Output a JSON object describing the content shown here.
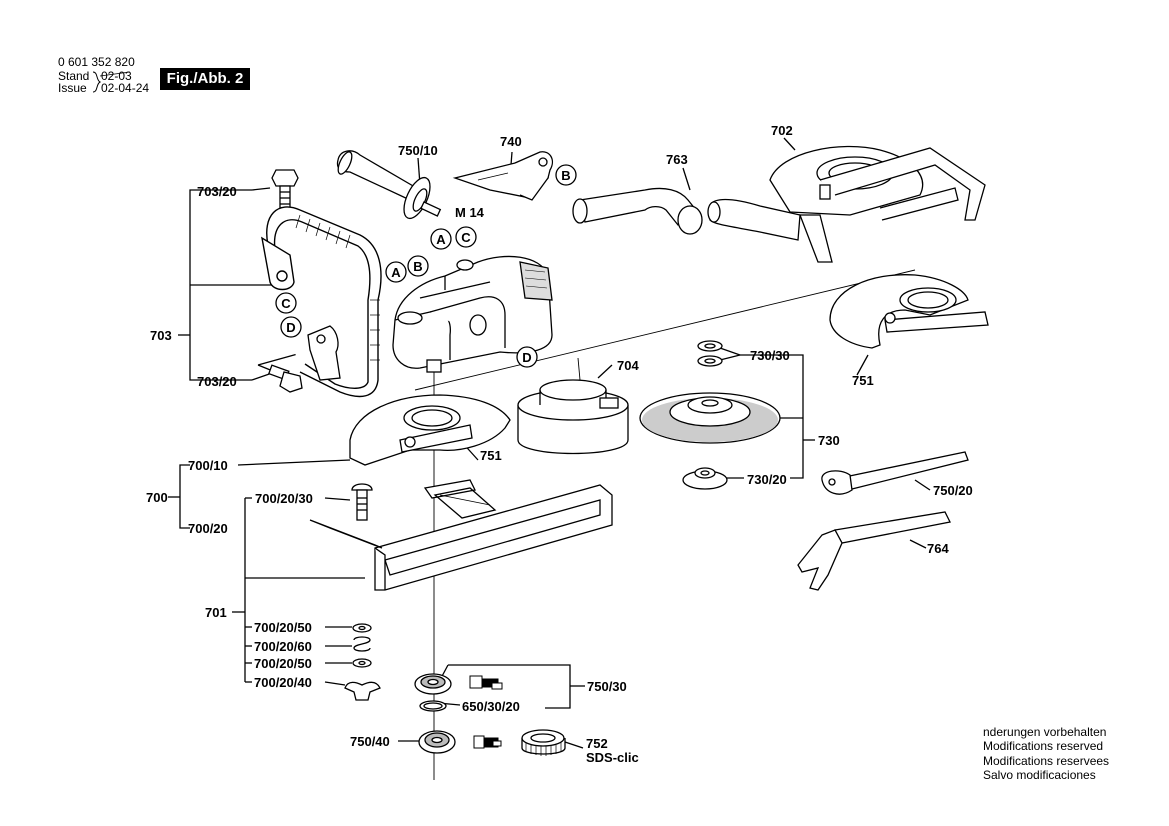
{
  "header": {
    "part_number": "0 601 352 820",
    "stand_label": "Stand",
    "stand_date": "02-03",
    "issue_label": "Issue",
    "issue_date": "02-04-24",
    "figure_label": "Fig./Abb. 2"
  },
  "callouts": {
    "c702": "702",
    "c703": "703",
    "c703_20a": "703/20",
    "c703_20b": "703/20",
    "c700": "700",
    "c700_10": "700/10",
    "c700_20": "700/20",
    "c700_20_30": "700/20/30",
    "c700_20_50a": "700/20/50",
    "c700_20_60": "700/20/60",
    "c700_20_50b": "700/20/50",
    "c700_20_40": "700/20/40",
    "c701": "701",
    "c704": "704",
    "c730": "730",
    "c730_30": "730/30",
    "c730_20": "730/20",
    "c740": "740",
    "c750_10": "750/10",
    "c750_20": "750/20",
    "c750_30": "750/30",
    "c750_40": "750/40",
    "c751a": "751",
    "c751b": "751",
    "c752": "752",
    "c752_sub": "SDS-clic",
    "c763": "763",
    "c764": "764",
    "c650_30_20": "650/30/20",
    "thread": "M 14"
  },
  "markers": {
    "a1": "A",
    "a2": "A",
    "b1": "B",
    "b2": "B",
    "c1": "C",
    "c2": "C",
    "d1": "D",
    "d2": "D"
  },
  "notes": [
    "nderungen vorbehalten",
    "Modifications reserved",
    "Modifications reservees",
    "Salvo modificaciones"
  ]
}
